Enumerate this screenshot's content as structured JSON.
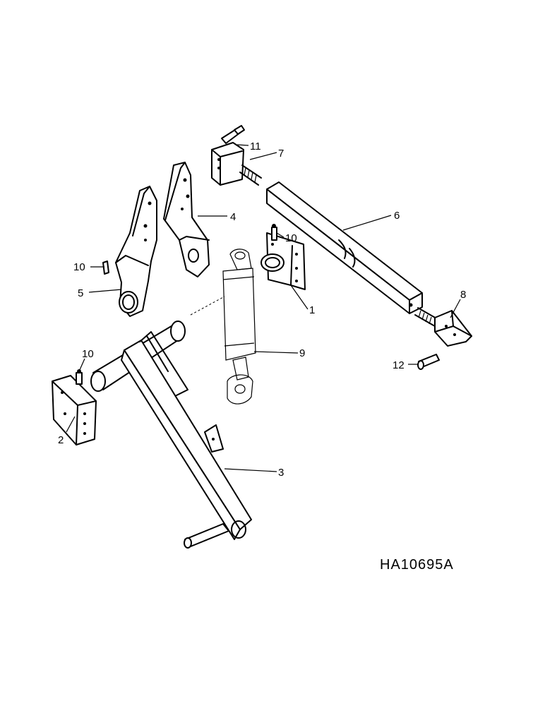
{
  "drawing_code": "HA10695A",
  "callouts": [
    {
      "id": "callout-1",
      "label": "1"
    },
    {
      "id": "callout-2",
      "label": "2"
    },
    {
      "id": "callout-3",
      "label": "3"
    },
    {
      "id": "callout-4",
      "label": "4"
    },
    {
      "id": "callout-5",
      "label": "5"
    },
    {
      "id": "callout-6",
      "label": "6"
    },
    {
      "id": "callout-7",
      "label": "7"
    },
    {
      "id": "callout-8",
      "label": "8"
    },
    {
      "id": "callout-9",
      "label": "9"
    },
    {
      "id": "callout-10a",
      "label": "10"
    },
    {
      "id": "callout-10b",
      "label": "10"
    },
    {
      "id": "callout-10c",
      "label": "10"
    },
    {
      "id": "callout-11",
      "label": "11"
    },
    {
      "id": "callout-12",
      "label": "12"
    }
  ]
}
